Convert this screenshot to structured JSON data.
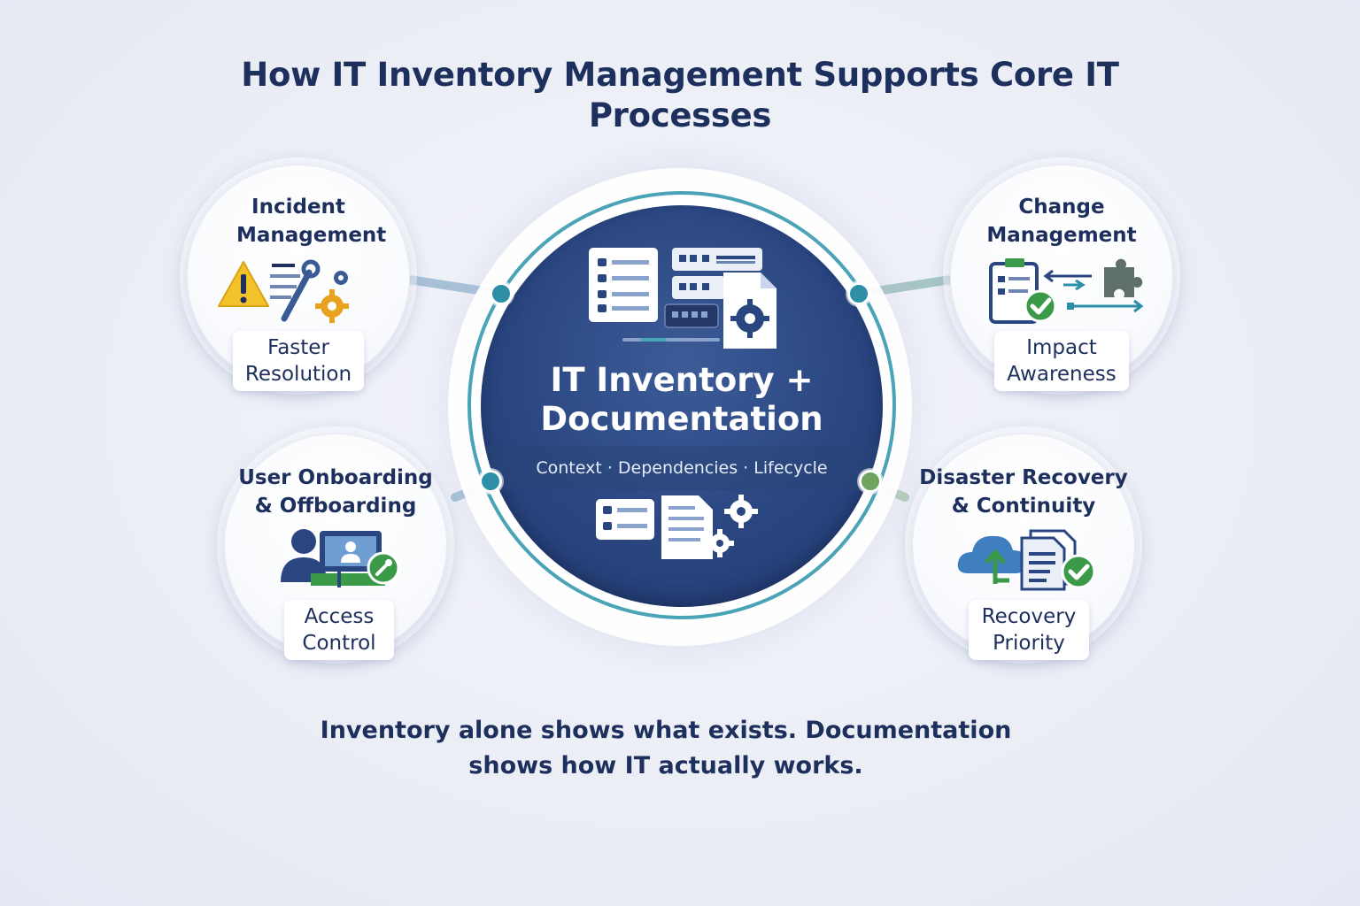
{
  "title": "How IT Inventory Management Supports Core IT Processes",
  "hub": {
    "title": "IT Inventory + Documentation",
    "subtitle": "Context · Dependencies · Lifecycle",
    "top_icon": "servers-documents-gear-icon",
    "bottom_icon": "documents-gears-icon"
  },
  "nodes": {
    "incident": {
      "title": "Incident Management",
      "label": "Faster Resolution",
      "icon": "warning-wrench-gears-icon"
    },
    "change": {
      "title": "Change Management",
      "label": "Impact Awareness",
      "icon": "checklist-arrows-puzzle-icon"
    },
    "onboarding": {
      "title": "User Onboarding & Offboarding",
      "label": "Access Control",
      "icon": "user-monitor-key-icon"
    },
    "recovery": {
      "title": "Disaster Recovery & Continuity",
      "label": "Recovery Priority",
      "icon": "cloud-document-check-icon"
    }
  },
  "footer": "Inventory alone shows what exists. Documentation shows how IT actually works.",
  "colors": {
    "navy": "#1d2f5c",
    "hub_blue": "#2a4681",
    "teal": "#3e9fb2",
    "green": "#3a9a48",
    "warning_yellow": "#f3c22b",
    "gear_orange": "#e8a21f"
  }
}
